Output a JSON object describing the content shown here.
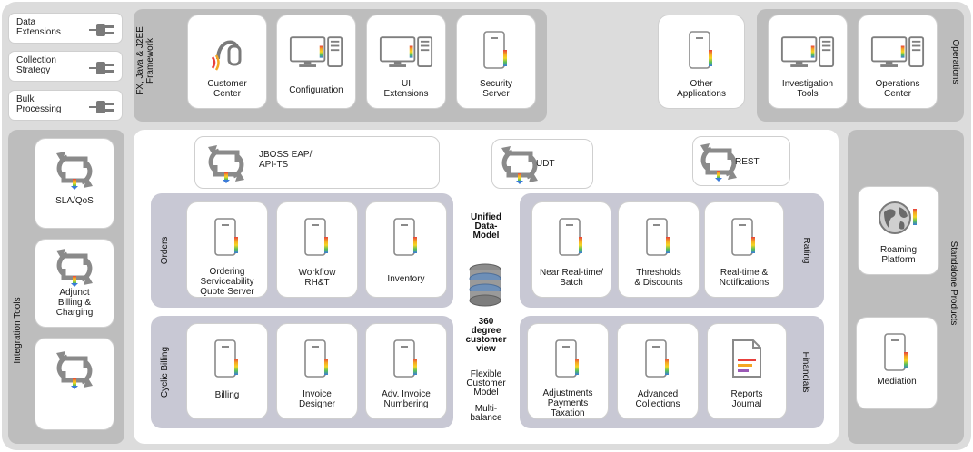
{
  "extensions": [
    {
      "label": "Data\nExtensions"
    },
    {
      "label": "Collection\nStrategy"
    },
    {
      "label": "Bulk\nProcessing"
    }
  ],
  "framework_label": "FX, Java & J2EE\nFramework",
  "framework_cards": [
    {
      "label": "Customer\nCenter"
    },
    {
      "label": "Configuration"
    },
    {
      "label": "UI\nExtensions"
    },
    {
      "label": "Security\nServer"
    }
  ],
  "other_applications": "Other\nApplications",
  "operations_label": "Operations",
  "operations_cards": [
    {
      "label": "Investigation\nTools"
    },
    {
      "label": "Operations\nCenter"
    }
  ],
  "integration_label": "Integration Tools",
  "integration_cards": [
    {
      "label": "SLA/QoS"
    },
    {
      "label": "Adjunct\nBilling &\nCharging"
    },
    {
      "label": ""
    }
  ],
  "connectors": [
    {
      "label": "JBOSS EAP/\nAPI-TS"
    },
    {
      "label": "UDT"
    },
    {
      "label": "REST"
    }
  ],
  "orders": {
    "label": "Orders",
    "cards": [
      {
        "label": "Ordering\nServiceability\nQuote Server"
      },
      {
        "label": "Workflow\nRH&T"
      },
      {
        "label": "Inventory"
      }
    ]
  },
  "rating": {
    "label": "Rating",
    "cards": [
      {
        "label": "Near Real-time/\nBatch"
      },
      {
        "label": "Thresholds\n& Discounts"
      },
      {
        "label": "Real-time &\nNotifications"
      }
    ]
  },
  "cyclic_billing": {
    "label": "Cyclic Billing",
    "cards": [
      {
        "label": "Billing"
      },
      {
        "label": "Invoice\nDesigner"
      },
      {
        "label": "Adv. Invoice\nNumbering"
      }
    ]
  },
  "financials": {
    "label": "Financials",
    "cards": [
      {
        "label": "Adjustments\nPayments\nTaxation"
      },
      {
        "label": "Advanced\nCollections"
      },
      {
        "label": "Reports\nJournal"
      }
    ]
  },
  "center": {
    "unified": "Unified\nData-\nModel",
    "view360": "360\ndegree\ncustomer\nview",
    "flexible": "Flexible\nCustomer\nModel",
    "multibalance": "Multi-\nbalance"
  },
  "standalone_label": "Standalone Products",
  "standalone_cards": [
    {
      "label": "Roaming\nPlatform"
    },
    {
      "label": "Mediation"
    }
  ]
}
